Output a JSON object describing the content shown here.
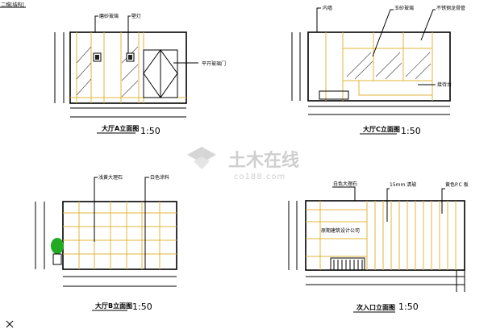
{
  "header": {
    "file_tag": "二维[结构]"
  },
  "elevation_a": {
    "title": "大厅A立面图",
    "scale": "1:50",
    "labels": {
      "frosted_glass": "磨砂玻璃",
      "wall_light": "壁灯",
      "door": "平开玻璃门"
    }
  },
  "elevation_c": {
    "title": "大厅C立面图",
    "scale": "1:50",
    "labels": {
      "front_wall": "内墙",
      "ultra_glass": "玉砂玻璃",
      "steel_frame": "不锈钢龙骨管",
      "counter": "接待台"
    }
  },
  "elevation_b": {
    "title": "大厅B立面图",
    "scale": "1:50",
    "labels": {
      "marble": "浅黄大理石",
      "white_paint": "白色涂料"
    }
  },
  "elevation_entry": {
    "title": "次入口立面图",
    "scale": "1:50",
    "labels": {
      "stone": "白色大理石",
      "glass_15mm": "15mm 清玻",
      "pc_panel": "黄色P.C 板"
    },
    "sign_text": "原期建筑设计公司"
  },
  "watermark": {
    "main": "土木在线",
    "sub": "co188.com"
  },
  "colors": {
    "line": "#000000",
    "yellow": "#e0b43a",
    "cyan": "#2a8a8a",
    "plant": "#22aa22",
    "watermark": "#cfcfcf"
  }
}
